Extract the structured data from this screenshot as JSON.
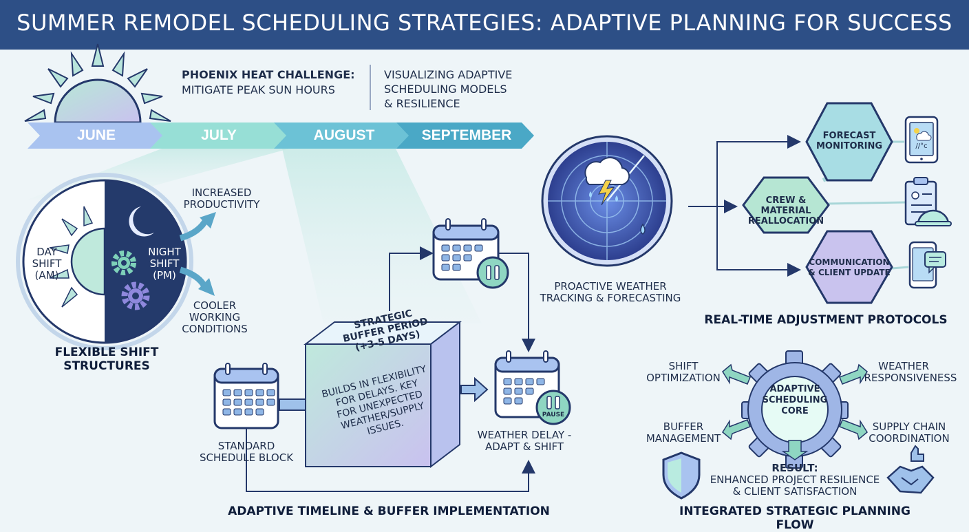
{
  "title": "SUMMER REMODEL SCHEDULING STRATEGIES: ADAPTIVE PLANNING FOR SUCCESS",
  "intro": {
    "heat_title": "PHOENIX HEAT CHALLENGE:",
    "heat_sub": "MITIGATE PEAK SUN HOURS",
    "visual_1": "VISUALIZING ADAPTIVE",
    "visual_2": "SCHEDULING MODELS",
    "visual_3": "& RESILIENCE"
  },
  "months": [
    "JUNE",
    "JULY",
    "AUGUST",
    "SEPTEMBER"
  ],
  "shifts": {
    "day_1": "DAY",
    "day_2": "SHIFT",
    "day_3": "(AM)",
    "night_1": "NIGHT",
    "night_2": "SHIFT",
    "night_3": "(PM)",
    "benefit_top_1": "INCREASED",
    "benefit_top_2": "PRODUCTIVITY",
    "benefit_bottom_1": "COOLER",
    "benefit_bottom_2": "WORKING",
    "benefit_bottom_3": "CONDITIONS",
    "heading_1": "FLEXIBLE SHIFT",
    "heading_2": "STRUCTURES"
  },
  "timeline": {
    "standard_1": "STANDARD",
    "standard_2": "SCHEDULE BLOCK",
    "buffer_title_1": "STRATEGIC",
    "buffer_title_2": "BUFFER PERIOD",
    "buffer_title_3": "(+3-5 DAYS)",
    "buffer_body_1": "BUILDS IN FLEXIBILITY",
    "buffer_body_2": "FOR DELAYS. KEY",
    "buffer_body_3": "FOR UNEXPECTED",
    "buffer_body_4": "WEATHER/SUPPLY",
    "buffer_body_5": "ISSUES.",
    "pause_label": "PAUSE",
    "delay_1": "WEATHER DELAY -",
    "delay_2": "ADAPT & SHIFT",
    "heading": "ADAPTIVE TIMELINE & BUFFER IMPLEMENTATION"
  },
  "weather": {
    "radar_1": "PROACTIVE WEATHER",
    "radar_2": "TRACKING & FORECASTING",
    "hex_1a": "FORECAST",
    "hex_1b": "MONITORING",
    "hex_2a": "CREW &",
    "hex_2b": "MATERIAL",
    "hex_2c": "REALLOCATION",
    "hex_3a": "COMMUNICATION",
    "hex_3b": "& CLIENT UPDATE",
    "tablet_text": "//°c",
    "heading": "REAL-TIME ADJUSTMENT PROTOCOLS"
  },
  "core": {
    "center_1": "ADAPTIVE",
    "center_2": "SCHEDULING",
    "center_3": "CORE",
    "shift_1": "SHIFT",
    "shift_2": "OPTIMIZATION",
    "weather_1": "WEATHER",
    "weather_2": "RESPONSIVENESS",
    "buffer_1": "BUFFER",
    "buffer_2": "MANAGEMENT",
    "supply_1": "SUPPLY CHAIN",
    "supply_2": "COORDINATION",
    "result_1": "RESULT:",
    "result_2": "ENHANCED PROJECT RESILIENCE",
    "result_3": "& CLIENT SATISFACTION",
    "heading": "INTEGRATED STRATEGIC PLANNING FLOW"
  },
  "colors": {
    "title_bar": "#2d4f86",
    "navy": "#24386a",
    "teal": "#5fb7c4",
    "mint": "#b6e6d9",
    "lavender": "#c7c3ee",
    "background": "#eef5f8"
  }
}
